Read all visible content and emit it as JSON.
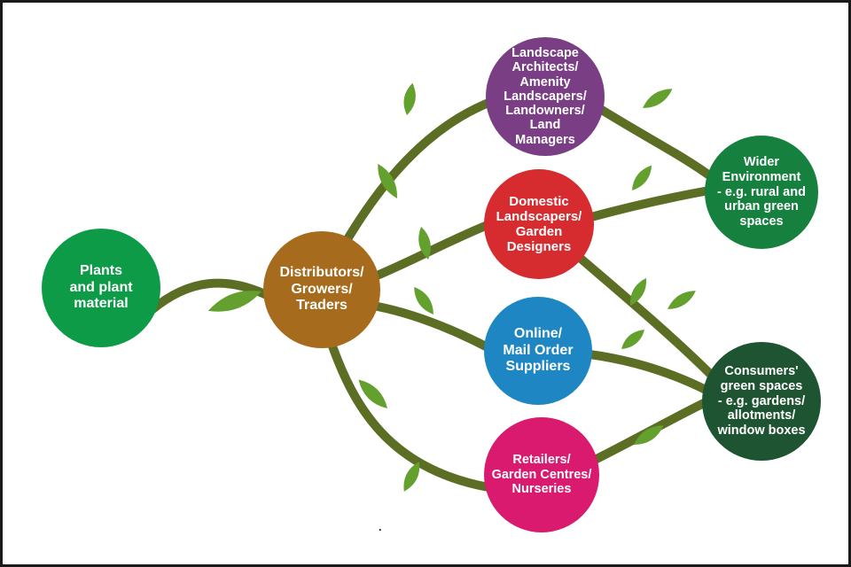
{
  "diagram": {
    "nodes": [
      {
        "id": "plants",
        "label": "Plants\nand plant\nmaterial",
        "color": "#0e9b48"
      },
      {
        "id": "distributors",
        "label": "Distributors/\nGrowers/\nTraders",
        "color": "#a76b1e"
      },
      {
        "id": "landscape-architects",
        "label": "Landscape\nArchitects/\nAmenity\nLandscapers/\nLandowners/\nLand\nManagers",
        "color": "#7a3e85"
      },
      {
        "id": "domestic-landscapers",
        "label": "Domestic\nLandscapers/\nGarden\nDesigners",
        "color": "#d62b2f"
      },
      {
        "id": "online-suppliers",
        "label": "Online/\nMail Order\nSuppliers",
        "color": "#1e87c3"
      },
      {
        "id": "retailers",
        "label": "Retailers/\nGarden Centres/\nNurseries",
        "color": "#d91a6e"
      },
      {
        "id": "wider-environment",
        "label": "Wider\nEnvironment\n- e.g. rural and\nurban green\nspaces",
        "color": "#16813e"
      },
      {
        "id": "consumers-green-spaces",
        "label": "Consumers'\ngreen spaces\n- e.g. gardens/\nallotments/\nwindow boxes",
        "color": "#1f5432"
      }
    ],
    "vine": {
      "stem_color": "#5c6d24",
      "leaf_color": "#63a02e"
    },
    "footnote_dot": "."
  }
}
